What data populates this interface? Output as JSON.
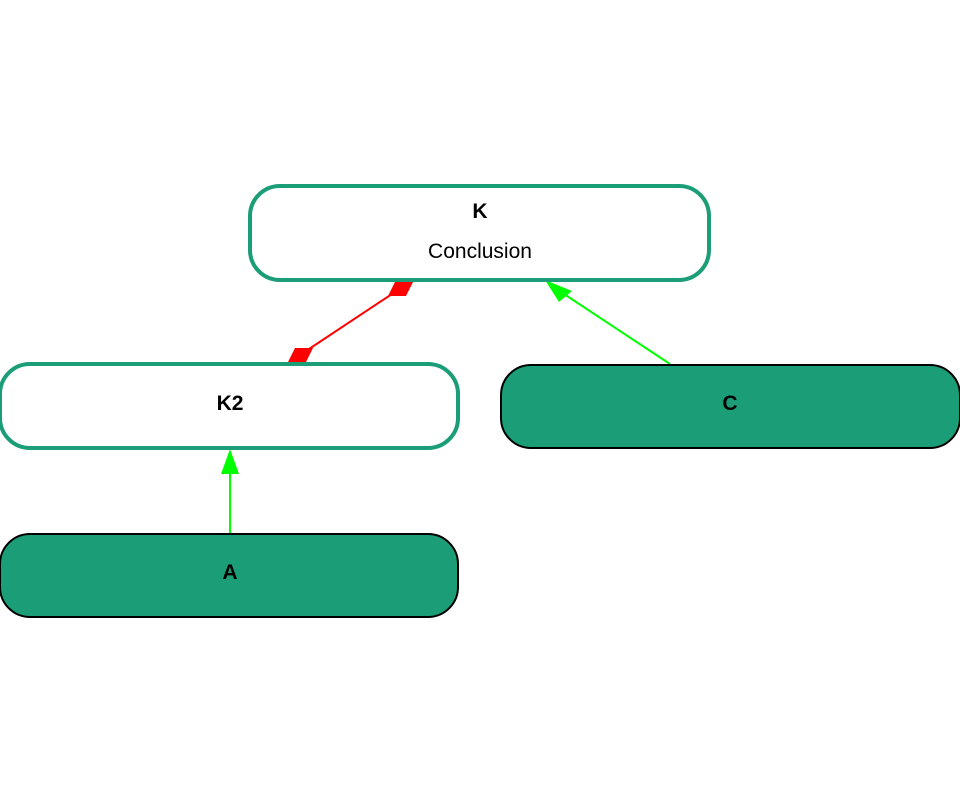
{
  "diagram": {
    "colors": {
      "node_outline": "#1b9e77",
      "node_fill": "#1b9e77",
      "support_edge": "#00ff00",
      "attack_edge": "#ff0000",
      "text": "#000000",
      "background": "#ffffff"
    },
    "nodes": {
      "k": {
        "title": "K",
        "subtitle": "Conclusion",
        "style": "outlined"
      },
      "k2": {
        "title": "K2",
        "style": "outlined"
      },
      "c": {
        "title": "C",
        "style": "filled"
      },
      "a": {
        "title": "A",
        "style": "filled"
      }
    },
    "edges": [
      {
        "from": "K2",
        "to": "K",
        "type": "attack",
        "marker": "diamond-both-ends",
        "color": "#ff0000"
      },
      {
        "from": "C",
        "to": "K",
        "type": "support",
        "marker": "arrow",
        "color": "#00ff00"
      },
      {
        "from": "A",
        "to": "K2",
        "type": "support",
        "marker": "arrow",
        "color": "#00ff00"
      }
    ]
  }
}
